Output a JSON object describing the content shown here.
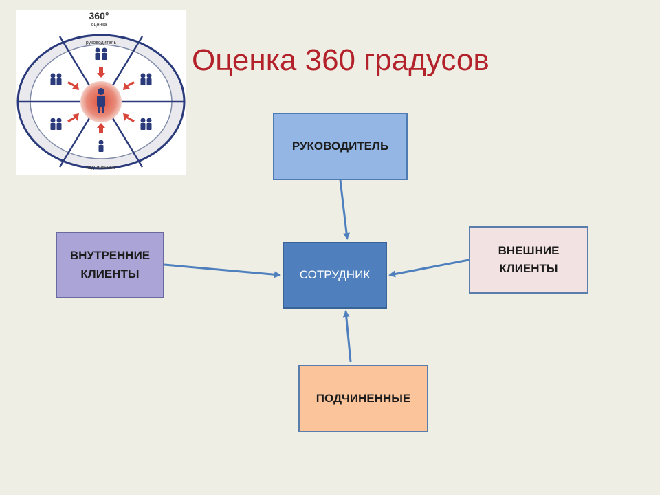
{
  "title": "Оценка 360 градусов",
  "logo": {
    "heading": "360°",
    "subheading": "оценка",
    "top_label": "руководитель",
    "bottom_label": "подчиненные"
  },
  "nodes": {
    "manager": "РУКОВОДИТЕЛЬ",
    "employee": "СОТРУДНИК",
    "internal_clients": "ВНУТРЕННИЕ\nКЛИЕНТЫ",
    "external_clients": "ВНЕШНИЕ\nКЛИЕНТЫ",
    "subordinates": "ПОДЧИНЕННЫЕ"
  },
  "edges": [
    {
      "from": "manager",
      "to": "employee"
    },
    {
      "from": "internal_clients",
      "to": "employee"
    },
    {
      "from": "external_clients",
      "to": "employee"
    },
    {
      "from": "subordinates",
      "to": "employee"
    }
  ],
  "colors": {
    "title": "#b3222a",
    "background": "#eeeee5",
    "arrow": "#4f80bd",
    "employee": "#4f80bd",
    "manager": "#93b6e4",
    "internal_clients": "#aba4d6",
    "external_clients": "#f2e2e2",
    "subordinates": "#fbc49b"
  }
}
